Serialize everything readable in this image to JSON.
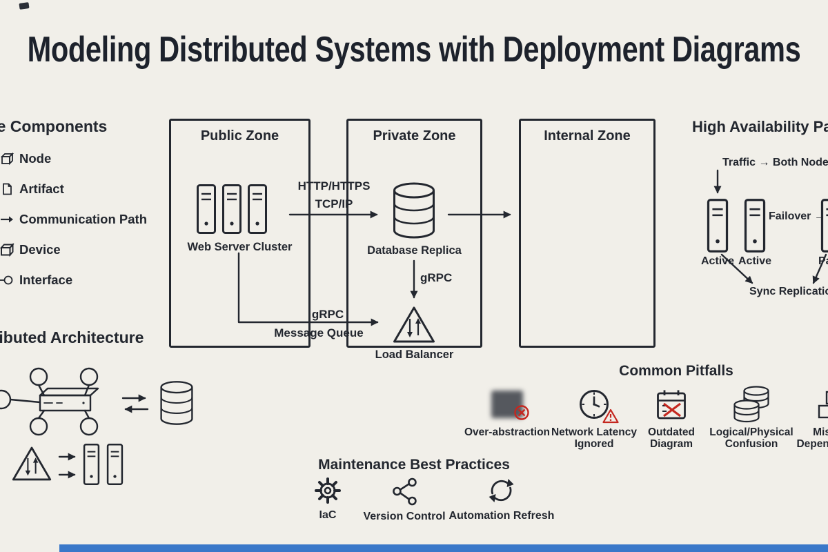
{
  "title": "Modeling Distributed Systems with Deployment Diagrams",
  "core_components": {
    "heading": "Core Components",
    "items": [
      {
        "label": "Node"
      },
      {
        "label": "Artifact"
      },
      {
        "label": "Communication Path"
      },
      {
        "label": "Device"
      },
      {
        "label": "Interface"
      }
    ]
  },
  "deployment": {
    "zones": {
      "public": {
        "title": "Public Zone",
        "node_label": "Web Server Cluster"
      },
      "private": {
        "title": "Private Zone",
        "db_label": "Database Replica",
        "lb_label": "Load Balancer"
      },
      "internal": {
        "title": "Internal Zone"
      }
    },
    "links": {
      "web_to_db_protocols": [
        "HTTP/HTTPS",
        "TCP/IP"
      ],
      "db_to_lb_protocol": "gRPC",
      "web_to_lb_protocol": "gRPC",
      "web_to_lb_channel": "Message Queue"
    }
  },
  "high_availability": {
    "heading": "High Availability Pattern",
    "traffic_label": "Traffic → Both Nodes",
    "nodes": [
      {
        "label": "Active"
      },
      {
        "label": "Active"
      },
      {
        "label": "Passive"
      }
    ],
    "failover_label": "Failover →",
    "sync_label": "Sync Replication"
  },
  "distributed_architecture": {
    "heading": "Distributed Architecture"
  },
  "maintenance": {
    "heading": "Maintenance Best Practices",
    "items": [
      {
        "label": "IaC"
      },
      {
        "label": "Version Control"
      },
      {
        "label": "Automation Refresh"
      }
    ]
  },
  "pitfalls": {
    "heading": "Common Pitfalls",
    "items": [
      {
        "label": "Over-abstraction"
      },
      {
        "label": "Network Latency Ignored"
      },
      {
        "label": "Outdated Diagram"
      },
      {
        "label": "Logical/Physical Confusion"
      },
      {
        "label": "Missing Dependencies"
      }
    ]
  },
  "colors": {
    "ink": "#23272f",
    "alert": "#c4271f",
    "footer_bar": "#3a78c9",
    "background": "#f1efe9"
  }
}
